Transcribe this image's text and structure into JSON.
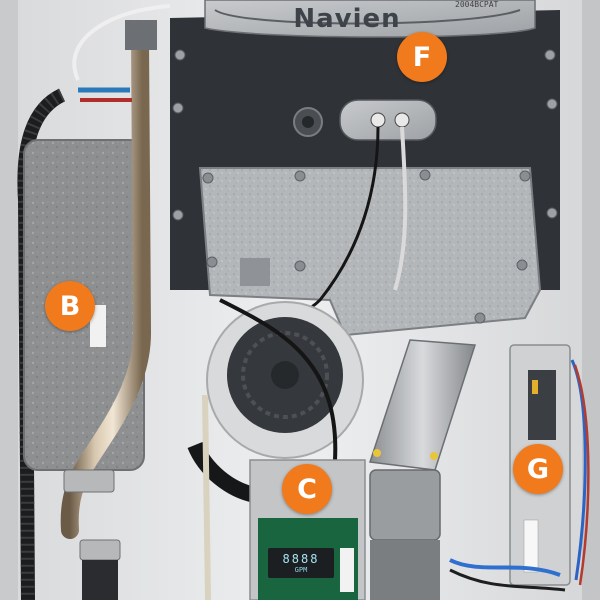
{
  "labels": {
    "b": "B",
    "c": "C",
    "f": "F",
    "g": "G"
  },
  "brand": "Navien",
  "serial": "2004BCPAT",
  "display": {
    "digits": "8888",
    "caption": "GPM"
  },
  "colors": {
    "badge": "#f07a1c",
    "badge_text": "#ffffff",
    "panel": "#2f3338",
    "cabinet": "#e9eaeb"
  }
}
